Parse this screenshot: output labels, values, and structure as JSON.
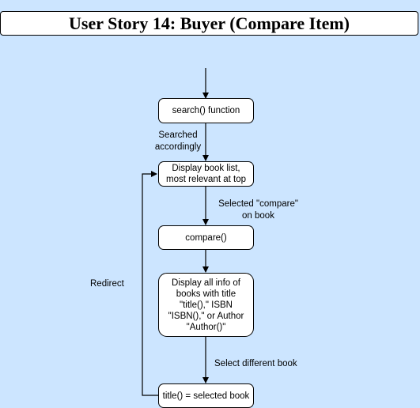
{
  "diagram": {
    "title": "User Story 14: Buyer (Compare Item)",
    "nodes": {
      "search": "search() function",
      "display_list": "Display book list,\nmost relevant at top",
      "compare": "compare()",
      "display_info": "Display all info of\nbooks with title\n\"title(),\" ISBN\n\"ISBN(),\" or Author\n\"Author()\"",
      "selected_title": "title() = selected book"
    },
    "edge_labels": {
      "searched": "Searched\naccordingly",
      "selected_compare": "Selected \"compare\"\non book",
      "select_different": "Select different book",
      "redirect": "Redirect"
    }
  },
  "colors": {
    "background": "#cce5ff",
    "node_fill": "#ffffff",
    "stroke": "#000000"
  }
}
